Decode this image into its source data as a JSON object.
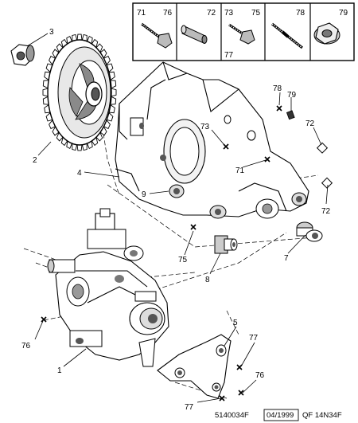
{
  "legend": {
    "cells": [
      {
        "nums": [
          "71",
          "76"
        ],
        "icon": "long-bolt-icon"
      },
      {
        "nums": [
          "72"
        ],
        "icon": "dowel-pin-icon"
      },
      {
        "nums": [
          "73",
          "75",
          "77"
        ],
        "icon": "short-bolt-icon"
      },
      {
        "nums": [
          "78"
        ],
        "icon": "stud-icon"
      },
      {
        "nums": [
          "79"
        ],
        "icon": "flange-nut-icon"
      }
    ]
  },
  "callouts": {
    "c3": "3",
    "c2": "2",
    "c4": "4",
    "c9": "9",
    "c73": "73",
    "c78": "78",
    "c79": "79",
    "c72a": "72",
    "c72b": "72",
    "c71": "71",
    "c75": "75",
    "c7": "7",
    "c8": "8",
    "c76a": "76",
    "c1": "1",
    "c5": "5",
    "c77a": "77",
    "c76b": "76",
    "c77b": "77"
  },
  "footer": {
    "ref": "5140034F",
    "date": "04/1999",
    "code": "QF 14N34F"
  }
}
